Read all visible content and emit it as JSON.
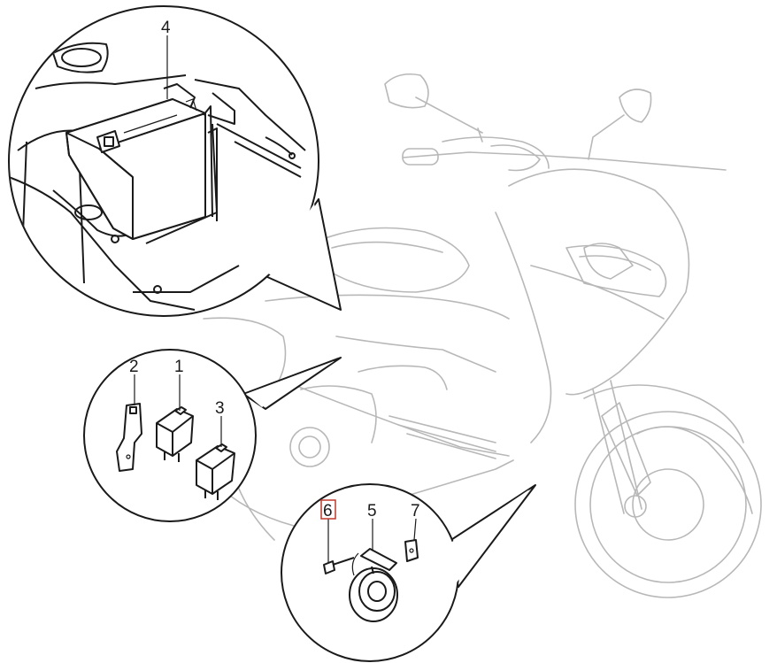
{
  "callouts": [
    {
      "id": "4",
      "label": "4"
    },
    {
      "id": "2",
      "label": "2"
    },
    {
      "id": "1",
      "label": "1"
    },
    {
      "id": "3",
      "label": "3"
    },
    {
      "id": "6",
      "label": "6",
      "highlighted": true
    },
    {
      "id": "5",
      "label": "5"
    },
    {
      "id": "7",
      "label": "7"
    }
  ],
  "colors": {
    "line": "#1a1a1a",
    "scooter": "#b8b8b8",
    "highlight": "#c0392b"
  }
}
